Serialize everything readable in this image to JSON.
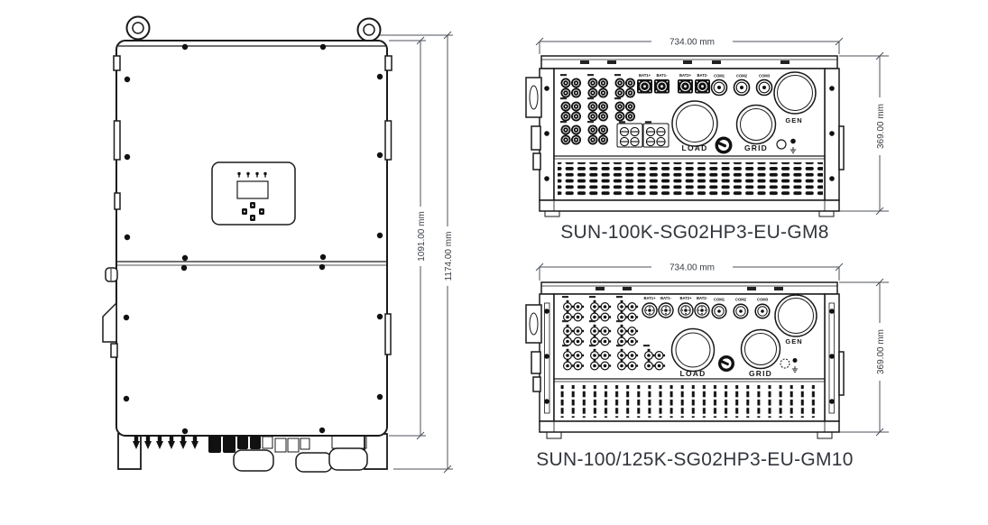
{
  "colors": {
    "line": "#1a1a1a",
    "dim_text": "#373c45",
    "model_text": "#32363c",
    "background": "#ffffff"
  },
  "front_view": {
    "dim_inner": "1091.00 mm",
    "dim_outer": "1174.00 mm"
  },
  "gm8": {
    "model": "SUN-100K-SG02HP3-EU-GM8",
    "dim_width": "734.00 mm",
    "dim_depth": "369.00 mm",
    "ports": {
      "bat1_pos": "BAT1+",
      "bat1_neg": "BAT1-",
      "bat2_pos": "BAT2+",
      "bat2_neg": "BAT2-",
      "com1": "COM1",
      "com2": "COM2",
      "com3": "COM3",
      "load": "LOAD",
      "grid": "GRID",
      "gen": "GEN"
    }
  },
  "gm10": {
    "model": "SUN-100/125K-SG02HP3-EU-GM10",
    "dim_width": "734.00 mm",
    "dim_depth": "369.00 mm",
    "ports": {
      "bat1_pos": "BAT1+",
      "bat1_neg": "BAT1-",
      "bat2_pos": "BAT2+",
      "bat2_neg": "BAT2-",
      "com1": "COM1",
      "com2": "COM2",
      "com3": "COM3",
      "load": "LOAD",
      "grid": "GRID",
      "gen": "GEN"
    }
  }
}
